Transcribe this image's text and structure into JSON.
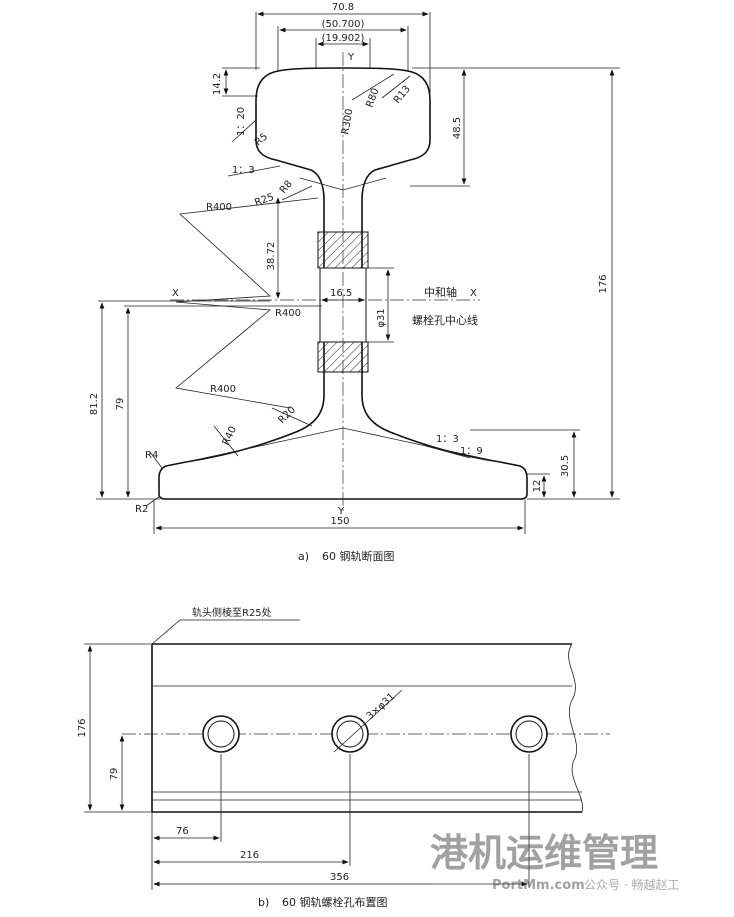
{
  "figure_a": {
    "caption_letter": "a)",
    "caption_text": "60 钢轨断面图",
    "dims": {
      "top_width": "70.8",
      "inner_width": "(50.700)",
      "crown_width": "(19.902)",
      "y_axis": "Y",
      "y_axis_bottom": "Y",
      "x_axis_left": "X",
      "x_axis_right": "X",
      "head_slope_h": "14.2",
      "head_height": "48.5",
      "total_height": "176",
      "web_upper": "38.72",
      "neutral_h": "81.2",
      "hole_center_h": "79",
      "base_edge_h": "30.5",
      "base_thickness": "12",
      "base_width": "150",
      "web_thick": "16.5",
      "hole_dia": "φ31",
      "r300": "R300",
      "r80": "R80",
      "r13": "R13",
      "r5": "R5",
      "slope_1_20": "1：20",
      "slope_1_3_upper": "1：3",
      "r400_a": "R400",
      "r25": "R25",
      "r8": "R8",
      "r400_b": "R400",
      "r400_c": "R400",
      "r20": "R20",
      "r40": "R40",
      "r4": "R4",
      "r2": "R2",
      "slope_1_3_lower": "1：3",
      "slope_1_9": "1：9",
      "neutral_axis_label": "中和轴",
      "bolt_hole_line_label": "螺栓孔中心线"
    }
  },
  "figure_b": {
    "caption_letter": "b)",
    "caption_text": "60 钢轨螺栓孔布置图",
    "dims": {
      "note": "轨头侧棱至R25处",
      "height": "176",
      "hole_height": "79",
      "hole_spec": "3×φ31",
      "dist_1": "76",
      "dist_2": "216",
      "dist_3": "356"
    }
  },
  "watermark": {
    "title": "港机运维管理",
    "site": "PortMm.com",
    "channel": "公众号 · 畅越赵工"
  }
}
